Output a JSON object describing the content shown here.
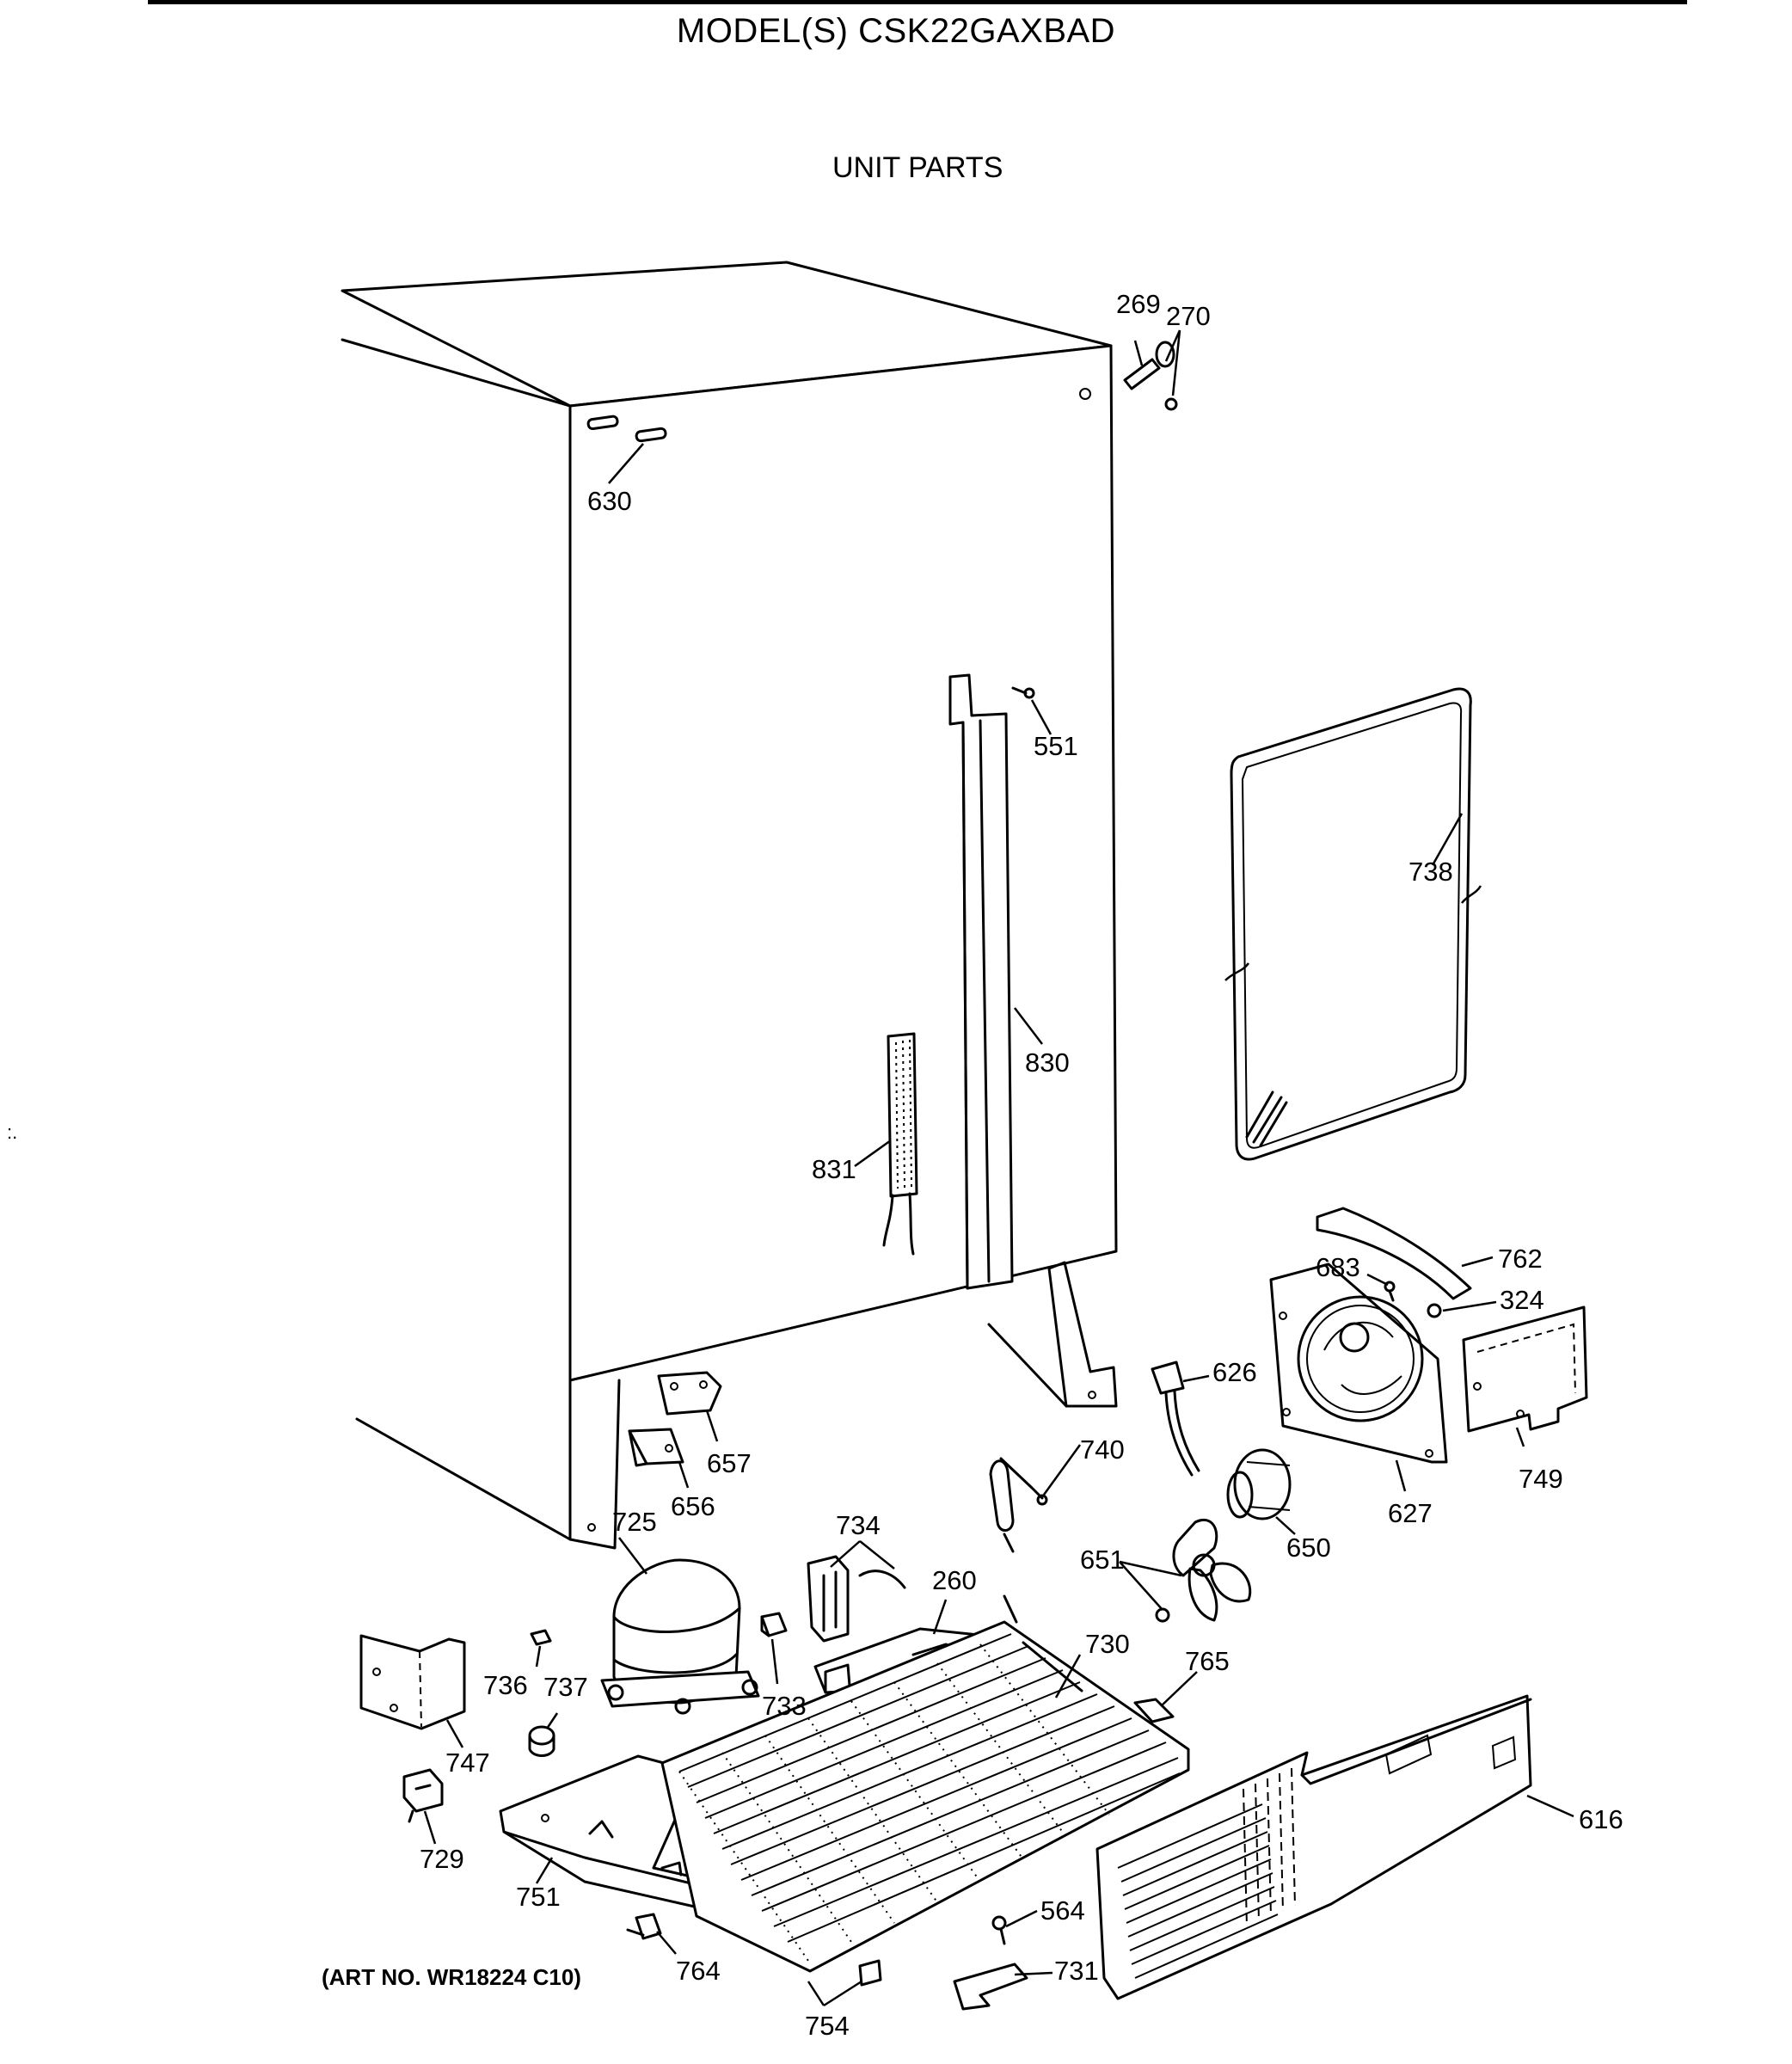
{
  "header": {
    "model_title": "MODEL(S) CSK22GAXBAD",
    "section_title": "UNIT PARTS"
  },
  "footer": {
    "art_number": "(ART NO. WR18224 C10)"
  },
  "callouts": [
    {
      "id": "269",
      "label": "269",
      "part": "leveling-leg"
    },
    {
      "id": "270",
      "label": "270",
      "part": "screw"
    },
    {
      "id": "630",
      "label": "630",
      "part": "label"
    },
    {
      "id": "551",
      "label": "551",
      "part": "screw"
    },
    {
      "id": "738",
      "label": "738",
      "part": "heater-loop"
    },
    {
      "id": "830",
      "label": "830",
      "part": "channel"
    },
    {
      "id": "831",
      "label": "831",
      "part": "heater-strip"
    },
    {
      "id": "762",
      "label": "762",
      "part": "fan-baffle-strip"
    },
    {
      "id": "683",
      "label": "683",
      "part": "screw"
    },
    {
      "id": "324",
      "label": "324",
      "part": "grommet"
    },
    {
      "id": "626",
      "label": "626",
      "part": "harness"
    },
    {
      "id": "627",
      "label": "627",
      "part": "fan-shroud"
    },
    {
      "id": "749",
      "label": "749",
      "part": "cover-plate"
    },
    {
      "id": "657",
      "label": "657",
      "part": "bracket"
    },
    {
      "id": "656",
      "label": "656",
      "part": "bracket"
    },
    {
      "id": "740",
      "label": "740",
      "part": "filter-drier"
    },
    {
      "id": "650",
      "label": "650",
      "part": "fan-motor"
    },
    {
      "id": "651",
      "label": "651",
      "part": "fan-blade"
    },
    {
      "id": "725",
      "label": "725",
      "part": "compressor"
    },
    {
      "id": "734",
      "label": "734",
      "part": "relay-cover"
    },
    {
      "id": "260",
      "label": "260",
      "part": "drain-pan"
    },
    {
      "id": "730",
      "label": "730",
      "part": "condenser"
    },
    {
      "id": "765",
      "label": "765",
      "part": "clip"
    },
    {
      "id": "736",
      "label": "736",
      "part": "clip"
    },
    {
      "id": "737",
      "label": "737",
      "part": "grommet"
    },
    {
      "id": "733",
      "label": "733",
      "part": "overload"
    },
    {
      "id": "747",
      "label": "747",
      "part": "shield"
    },
    {
      "id": "616",
      "label": "616",
      "part": "grille"
    },
    {
      "id": "729",
      "label": "729",
      "part": "capacitor"
    },
    {
      "id": "751",
      "label": "751",
      "part": "base-pan"
    },
    {
      "id": "564",
      "label": "564",
      "part": "screw"
    },
    {
      "id": "764",
      "label": "764",
      "part": "clip"
    },
    {
      "id": "731",
      "label": "731",
      "part": "bracket"
    },
    {
      "id": "754",
      "label": "754",
      "part": "clip"
    }
  ],
  "decorative_marks": {
    "stray_mark": ":."
  }
}
